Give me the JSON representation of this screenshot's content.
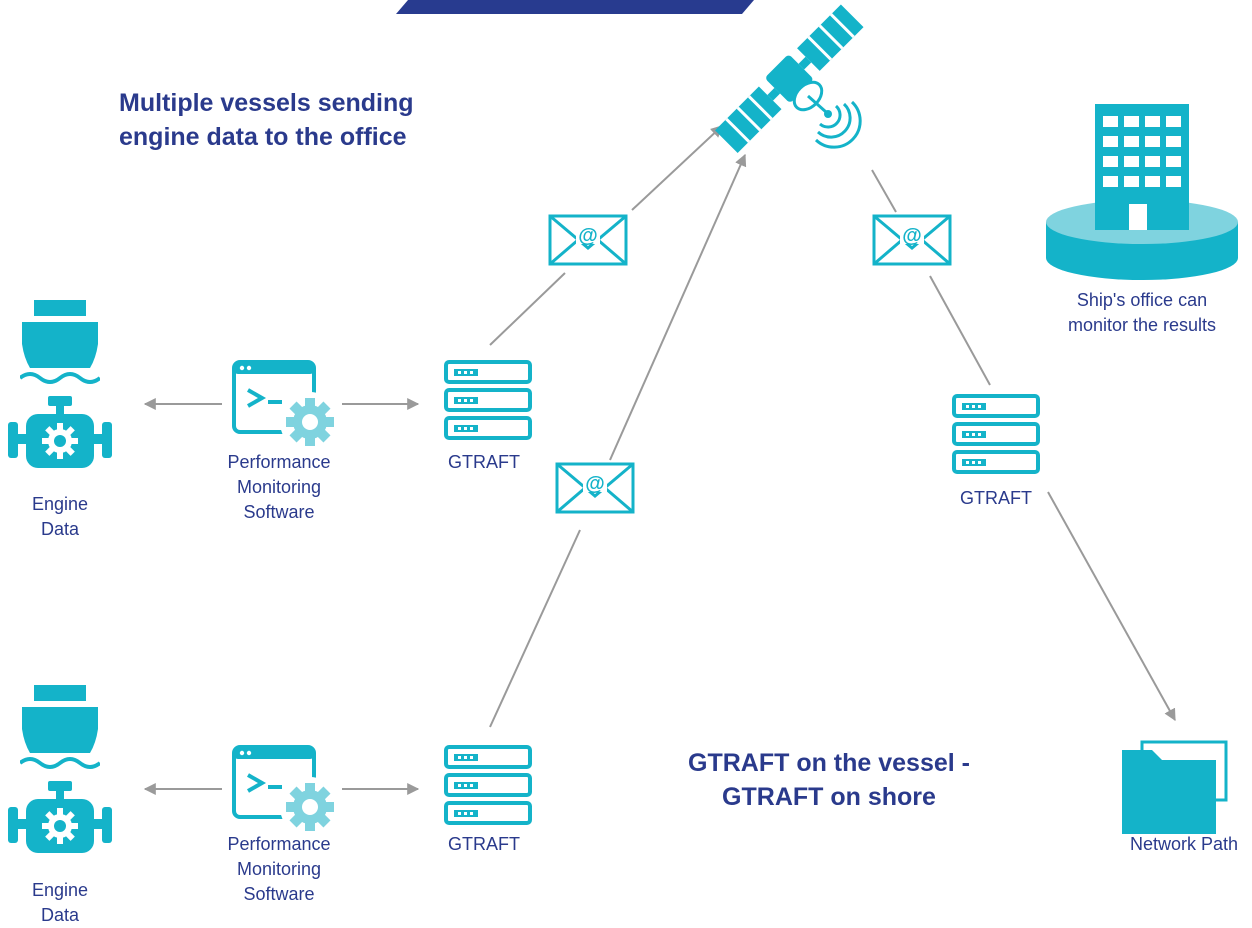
{
  "headline": {
    "line1": "Multiple vessels sending",
    "line2": "engine data to the office"
  },
  "subheadline": {
    "line1": "GTRAFT on the vessel -",
    "line2": "GTRAFT on shore"
  },
  "vessel_top": {
    "engine_label_1": "Engine",
    "engine_label_2": "Data",
    "software_label_1": "Performance",
    "software_label_2": "Monitoring",
    "software_label_3": "Software",
    "gtraft_label": "GTRAFT"
  },
  "vessel_bottom": {
    "engine_label_1": "Engine",
    "engine_label_2": "Data",
    "software_label_1": "Performance",
    "software_label_2": "Monitoring",
    "software_label_3": "Software",
    "gtraft_label": "GTRAFT"
  },
  "shore": {
    "gtraft_label": "GTRAFT",
    "office_label_1": "Ship's office can",
    "office_label_2": "monitor the results",
    "network_label": "Network Path"
  },
  "email_symbol": "@",
  "icons": [
    "ship-icon",
    "engine-icon",
    "software-window-icon",
    "gear-icon",
    "server-icon",
    "email-envelope-icon",
    "satellite-icon",
    "office-building-icon",
    "folder-icon"
  ],
  "colors": {
    "accent": "#14b3c9",
    "accent_light": "#7fd3df",
    "text": "#2a3a8c",
    "banner": "#283b8f",
    "arrow": "#9a9a9a"
  }
}
